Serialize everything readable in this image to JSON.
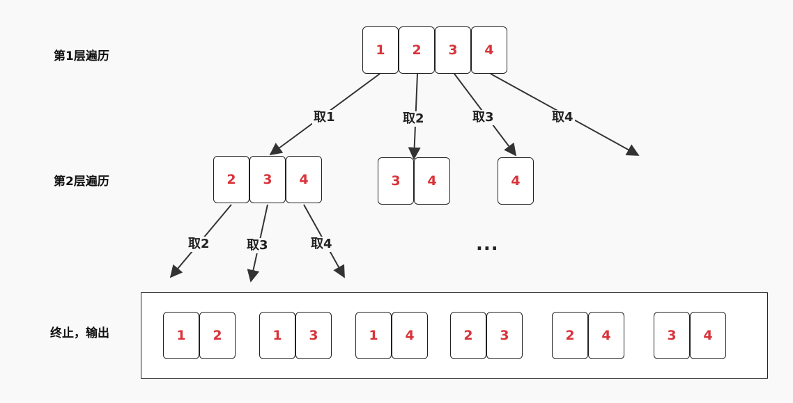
{
  "colors": {
    "number": "#d8333a",
    "stroke": "#333333",
    "text": "#111111"
  },
  "labels": {
    "level1": "第1层遍历",
    "level2": "第2层遍历",
    "output": "终止，输出"
  },
  "level1_items": [
    "1",
    "2",
    "3",
    "4"
  ],
  "level2_groups": [
    [
      "2",
      "3",
      "4"
    ],
    [
      "3",
      "4"
    ],
    [
      "4"
    ]
  ],
  "edges_level1": [
    "取1",
    "取2",
    "取3",
    "取4"
  ],
  "edges_level2": [
    "取2",
    "取3",
    "取4"
  ],
  "ellipsis": "...",
  "output_pairs": [
    [
      "1",
      "2"
    ],
    [
      "1",
      "3"
    ],
    [
      "1",
      "4"
    ],
    [
      "2",
      "3"
    ],
    [
      "2",
      "4"
    ],
    [
      "3",
      "4"
    ]
  ]
}
